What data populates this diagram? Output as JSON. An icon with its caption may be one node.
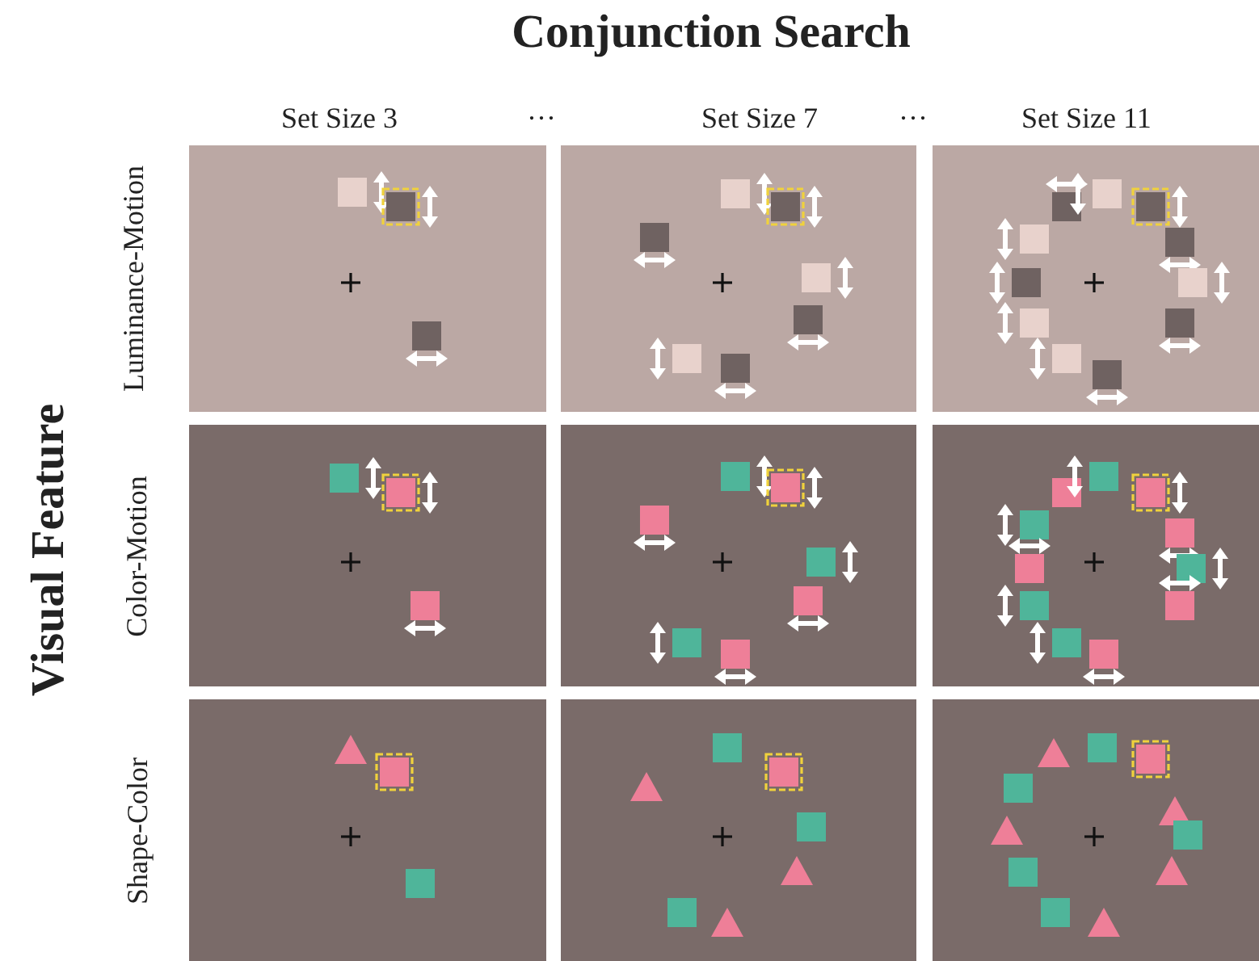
{
  "diagram": {
    "title": "Conjunction Search",
    "labels": [
      "Set Size 3",
      "···",
      "Set Size 7",
      "···",
      "Set Size 11",
      "Visual Feature",
      "Luminance-Motion",
      "Color-Motion",
      "Shape-Color"
    ]
  }
}
